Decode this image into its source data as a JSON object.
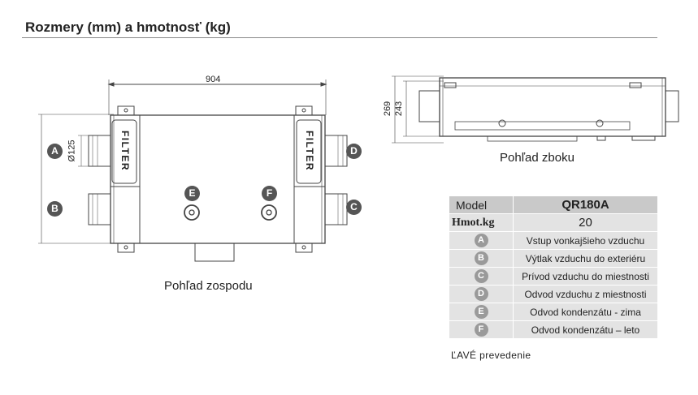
{
  "title": "Rozmery (mm) a hmotnosť  (kg)",
  "bottom_view": {
    "caption": "Pohľad zospodu",
    "width_dim": "904",
    "diameter_dim": "Ø125",
    "filter_label": "FILTER",
    "ports": [
      "A",
      "B",
      "C",
      "D",
      "E",
      "F"
    ]
  },
  "side_view": {
    "caption": "Pohľad zboku",
    "height_outer": "269",
    "height_inner": "243"
  },
  "spec_table": {
    "model_label": "Model",
    "model_value": "QR180A",
    "weight_label": "Hmot.kg",
    "weight_value": "20",
    "legend": [
      {
        "key": "A",
        "text": "Vstup vonkajšieho vzduchu"
      },
      {
        "key": "B",
        "text": "Výtlak vzduchu do exteriéru"
      },
      {
        "key": "C",
        "text": "Prívod vzduchu do miestnosti"
      },
      {
        "key": "D",
        "text": "Odvod vzduchu z miestnosti"
      },
      {
        "key": "E",
        "text": "Odvod kondenzátu - zima"
      },
      {
        "key": "F",
        "text": "Odvod kondenzátu – leto"
      }
    ]
  },
  "note": "ĽAVÉ prevedenie",
  "colors": {
    "line": "#444444",
    "badge": "#555555",
    "badge_table": "#9a9a9a",
    "table_header": "#c9c9c9",
    "table_row": "#e3e3e3"
  }
}
